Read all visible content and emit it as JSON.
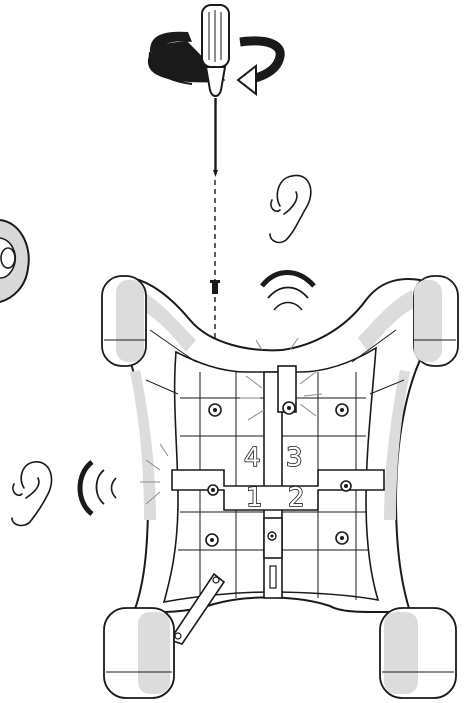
{
  "diagram": {
    "step_labels": [
      "1",
      "2",
      "3",
      "4"
    ],
    "tool_icon": "screwdriver-icon",
    "rotation_icon": "counterclockwise-rotation-arrows",
    "listen_icon": "ear-icon",
    "sound_icon": "sound-waves-icon",
    "colors": {
      "ink": "#1a1a1a",
      "shade": "#dcdcdc",
      "background": "#ffffff"
    }
  }
}
